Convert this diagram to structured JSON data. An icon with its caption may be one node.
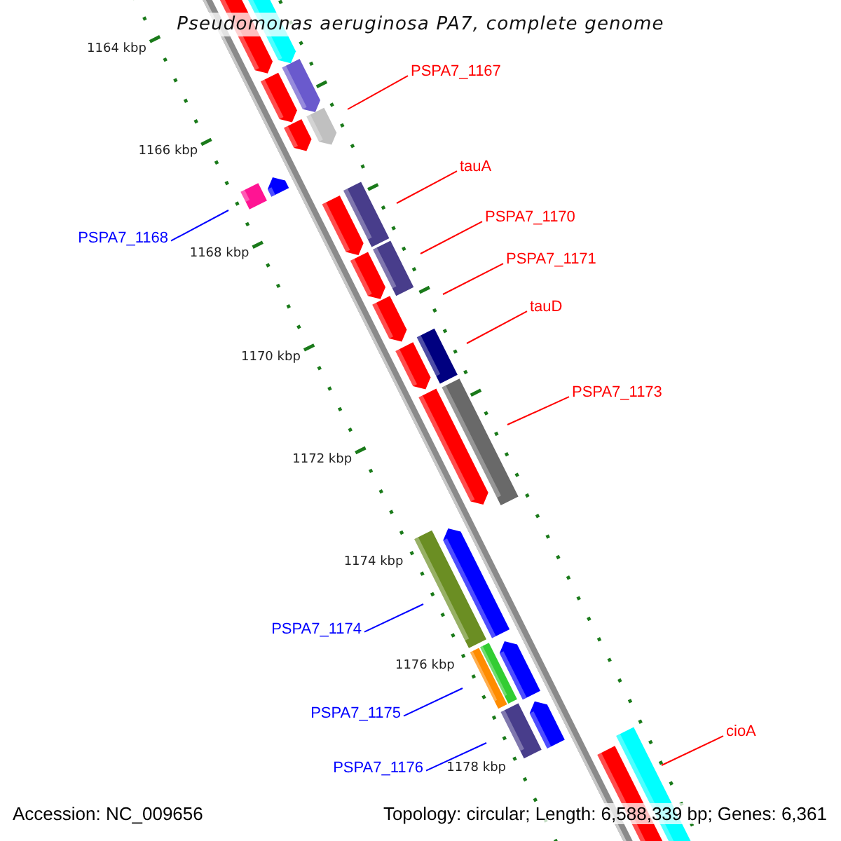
{
  "diagram": {
    "title": "Pseudomonas aeruginosa PA7, complete genome",
    "nodes": [
      {
        "text": [
          "PSPA7_1167"
        ]
      },
      {
        "text": [
          "tauA"
        ]
      },
      {
        "text": [
          "PSPA7_1170"
        ]
      },
      {
        "text": [
          "PSPA7_1168"
        ]
      },
      {
        "text": [
          "PSPA7_1171"
        ]
      },
      {
        "text": [
          "tauD"
        ]
      },
      {
        "text": [
          "PSPA7_1173"
        ]
      },
      {
        "text": [
          "PSPA7_1174"
        ]
      },
      {
        "text": [
          "PSPA7_1175"
        ]
      },
      {
        "text": [
          "cioA"
        ]
      },
      {
        "text": [
          "PSPA7_1176"
        ]
      }
    ],
    "edges": [
      {
        "from": 0,
        "to": null,
        "arrow": "none"
      },
      {
        "from": 1,
        "to": null,
        "arrow": "none"
      },
      {
        "from": 2,
        "to": null,
        "arrow": "none"
      },
      {
        "from": 3,
        "to": null,
        "arrow": "none",
        "color": "#0000ff"
      },
      {
        "from": 4,
        "to": null,
        "arrow": "none"
      },
      {
        "from": 5,
        "to": null,
        "arrow": "none"
      },
      {
        "from": 6,
        "to": null,
        "arrow": "none"
      },
      {
        "from": 7,
        "to": null,
        "arrow": "none",
        "color": "#0000ff"
      },
      {
        "from": 8,
        "to": null,
        "arrow": "none",
        "color": "#0000ff"
      },
      {
        "from": 9,
        "to": null,
        "arrow": "none"
      },
      {
        "from": 10,
        "to": null,
        "arrow": "none",
        "color": "#0000ff"
      }
    ],
    "labels": [
      "1164 kbp",
      "1166 kbp",
      "1168 kbp",
      "1170 kbp",
      "1172 kbp",
      "1174 kbp",
      "1176 kbp",
      "1178 kbp",
      "Accession: NC_009656",
      "Topology: circular; Length: 6,588,339 bp; Genes: 6,361"
    ]
  }
}
